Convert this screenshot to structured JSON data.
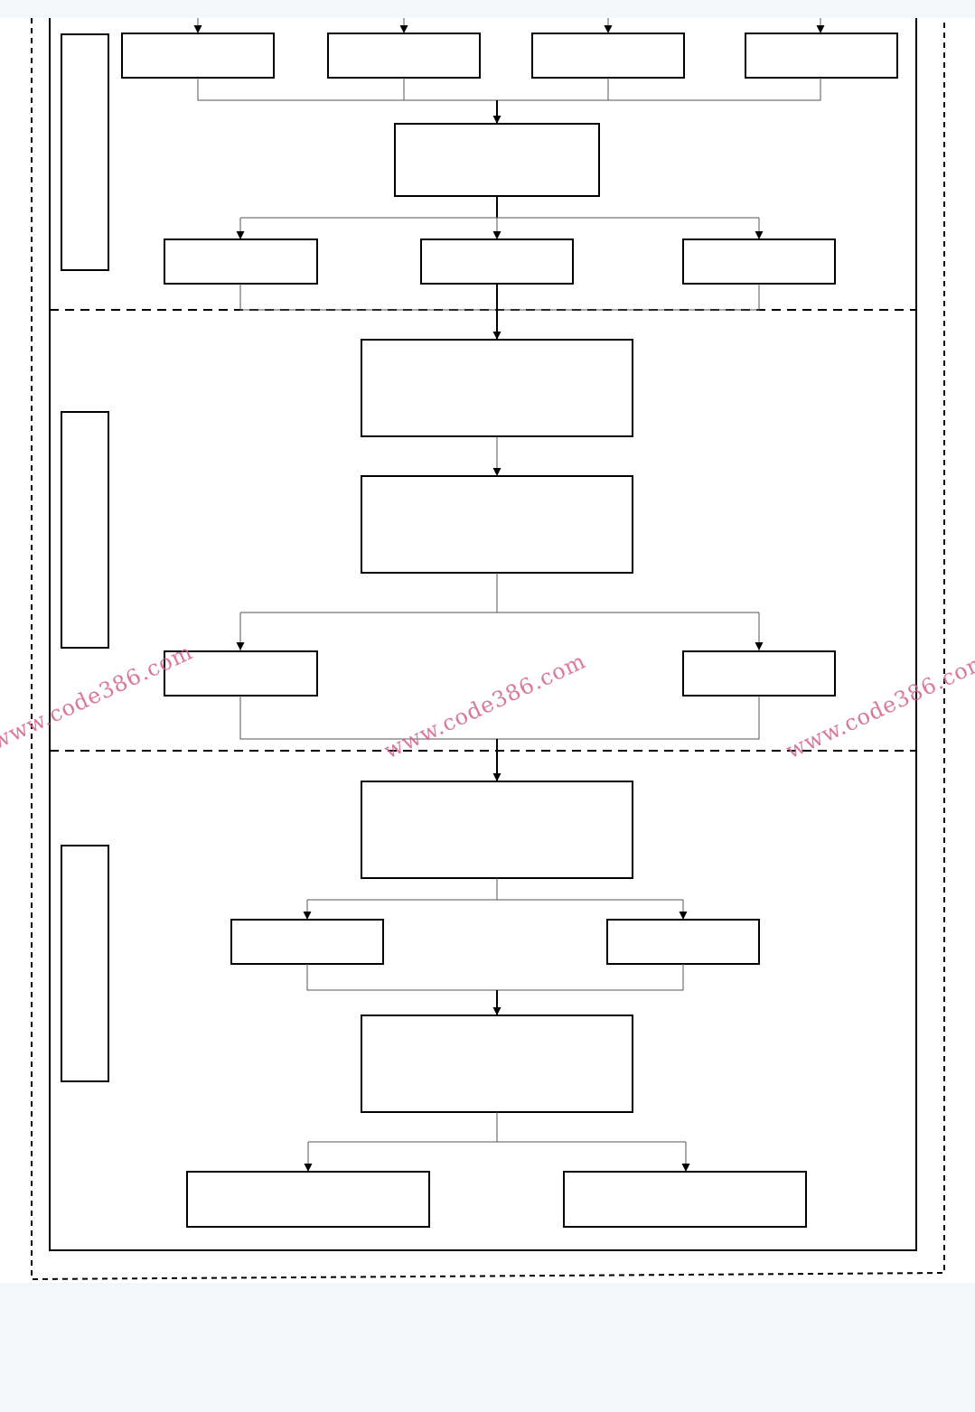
{
  "watermark": {
    "text": "www.code386.com",
    "color": "#d4608a"
  },
  "colors": {
    "page_background": "#f4f7fa",
    "diagram_background": "#ffffff",
    "stroke": "#000000"
  },
  "sections": [
    {
      "id": "section-1",
      "label": ""
    },
    {
      "id": "section-2",
      "label": ""
    },
    {
      "id": "section-3",
      "label": ""
    }
  ],
  "nodes": [
    {
      "id": "s1-top-1",
      "label": ""
    },
    {
      "id": "s1-top-2",
      "label": ""
    },
    {
      "id": "s1-top-3",
      "label": ""
    },
    {
      "id": "s1-top-4",
      "label": ""
    },
    {
      "id": "s1-center",
      "label": ""
    },
    {
      "id": "s1-out-1",
      "label": ""
    },
    {
      "id": "s1-out-2",
      "label": ""
    },
    {
      "id": "s1-out-3",
      "label": ""
    },
    {
      "id": "s2-step-1",
      "label": ""
    },
    {
      "id": "s2-step-2",
      "label": ""
    },
    {
      "id": "s2-branch-left",
      "label": ""
    },
    {
      "id": "s2-branch-right",
      "label": ""
    },
    {
      "id": "s3-step-1",
      "label": ""
    },
    {
      "id": "s3-branch-left",
      "label": ""
    },
    {
      "id": "s3-branch-right",
      "label": ""
    },
    {
      "id": "s3-step-2",
      "label": ""
    },
    {
      "id": "s3-out-left",
      "label": ""
    },
    {
      "id": "s3-out-right",
      "label": ""
    }
  ]
}
